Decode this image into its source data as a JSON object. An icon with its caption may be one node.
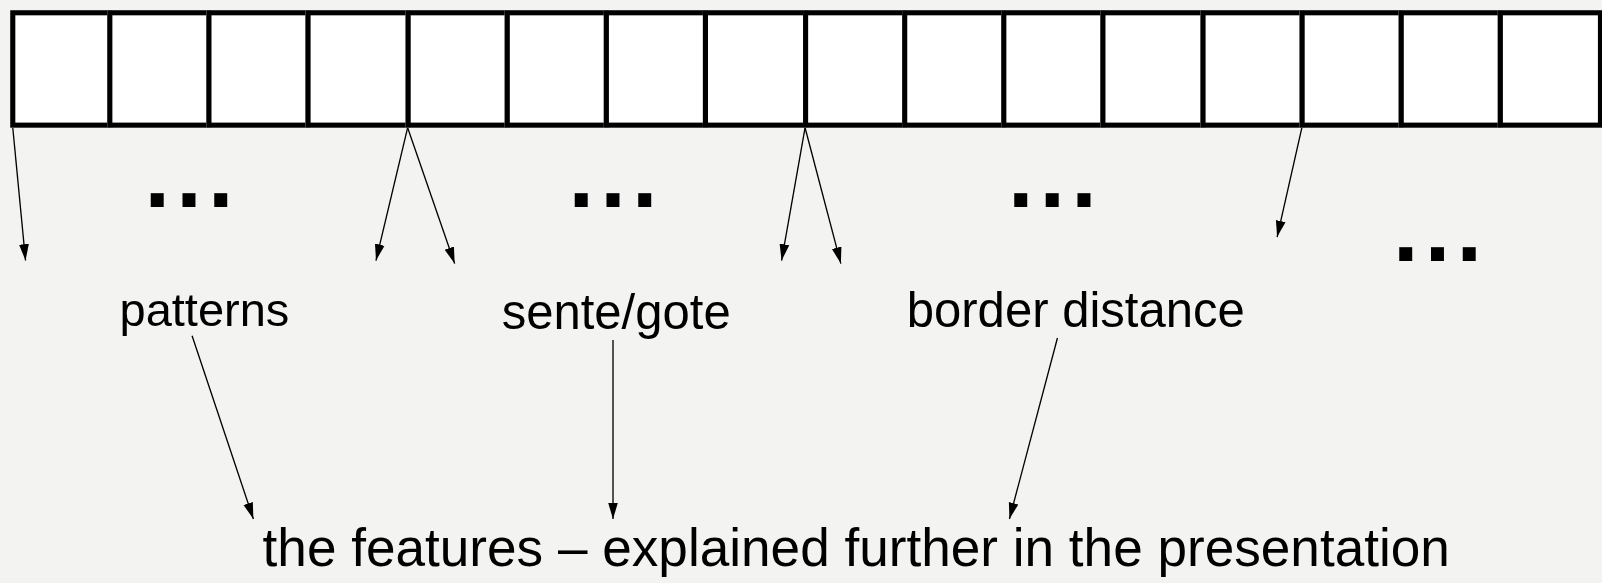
{
  "diagram": {
    "nodes": [
      {
        "text": [],
        "shape": "box"
      },
      {
        "text": [],
        "shape": "box"
      },
      {
        "text": [],
        "shape": "box"
      },
      {
        "text": [],
        "shape": "box"
      },
      {
        "text": [],
        "shape": "box"
      },
      {
        "text": [],
        "shape": "box"
      },
      {
        "text": [],
        "shape": "box"
      },
      {
        "text": [],
        "shape": "box"
      },
      {
        "text": [],
        "shape": "box"
      },
      {
        "text": [],
        "shape": "box"
      },
      {
        "text": [],
        "shape": "box"
      },
      {
        "text": [],
        "shape": "box"
      },
      {
        "text": [],
        "shape": "box"
      },
      {
        "text": [],
        "shape": "box"
      },
      {
        "text": [],
        "shape": "box"
      },
      {
        "text": [],
        "shape": "box"
      },
      {
        "text": [
          "patterns"
        ]
      },
      {
        "text": [
          "sente/gote"
        ]
      },
      {
        "text": [
          "border distance"
        ]
      },
      {
        "text": [
          "the features – explained further in the presentation"
        ]
      }
    ],
    "edges": [
      {
        "from": 0,
        "to": null,
        "arrow": "to"
      },
      {
        "from": 3,
        "to": null,
        "arrow": "to"
      },
      {
        "from": 4,
        "to": null,
        "arrow": "to"
      },
      {
        "from": 7,
        "to": null,
        "arrow": "to"
      },
      {
        "from": 8,
        "to": null,
        "arrow": "to"
      },
      {
        "from": 12,
        "to": null,
        "arrow": "to"
      },
      {
        "from": 16,
        "to": 19,
        "arrow": "to"
      },
      {
        "from": 17,
        "to": 19,
        "arrow": "to"
      },
      {
        "from": 18,
        "to": 19,
        "arrow": "to"
      }
    ],
    "labels": [
      "...",
      "...",
      "...",
      "..."
    ]
  }
}
